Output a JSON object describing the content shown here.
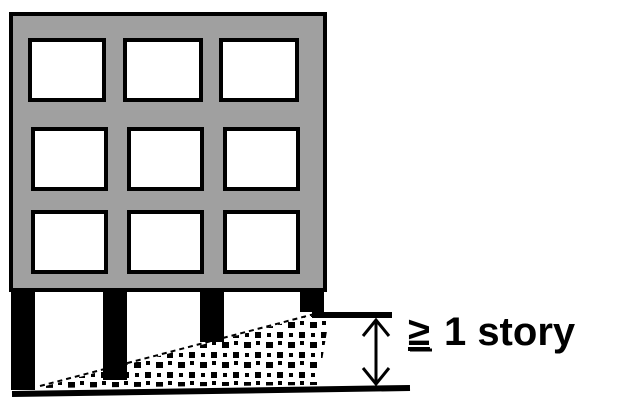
{
  "diagram": {
    "annotation": {
      "symbol": "≥",
      "text": "1 story"
    },
    "colors": {
      "building_facade": "#a0a0a0",
      "outline": "#000000",
      "window_fill": "#ffffff",
      "fill_pattern": "#000000"
    },
    "building": {
      "window_rows": 3,
      "window_columns": 3,
      "ground_level_columns": 4
    },
    "icons": [
      "double-arrow-icon"
    ]
  }
}
